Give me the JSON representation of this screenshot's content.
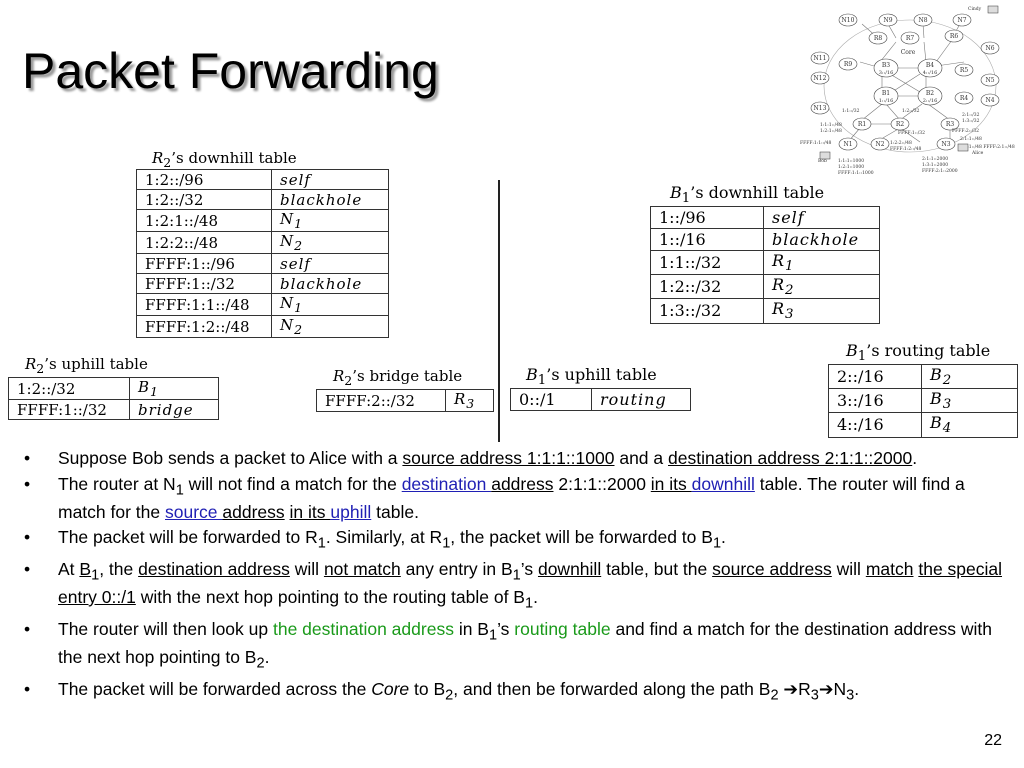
{
  "title": "Packet Forwarding",
  "page_number": "22",
  "r2_downhill": {
    "caption_sym": "R",
    "caption_sub": "2",
    "caption_rest": "’s downhill table",
    "rows": [
      [
        "1:2::/96",
        "self"
      ],
      [
        "1:2::/32",
        "blackhole"
      ],
      [
        "1:2:1::/48",
        "N",
        "1"
      ],
      [
        "1:2:2::/48",
        "N",
        "2"
      ],
      [
        "FFFF:1::/96",
        "self"
      ],
      [
        "FFFF:1::/32",
        "blackhole"
      ],
      [
        "FFFF:1:1::/48",
        "N",
        "1"
      ],
      [
        "FFFF:1:2::/48",
        "N",
        "2"
      ]
    ]
  },
  "r2_uphill": {
    "caption_sym": "R",
    "caption_sub": "2",
    "caption_rest": "’s uphill table",
    "rows": [
      [
        "1:2::/32",
        "B",
        "1"
      ],
      [
        "FFFF:1::/32",
        "bridge"
      ]
    ]
  },
  "r2_bridge": {
    "caption_sym": "R",
    "caption_sub": "2",
    "caption_rest": "’s bridge table",
    "rows": [
      [
        "FFFF:2::/32",
        "R",
        "3"
      ]
    ]
  },
  "b1_downhill": {
    "caption_sym": "B",
    "caption_sub": "1",
    "caption_rest": "’s downhill table",
    "rows": [
      [
        "1::/96",
        "self"
      ],
      [
        "1::/16",
        "blackhole"
      ],
      [
        "1:1::/32",
        "R",
        "1"
      ],
      [
        "1:2::/32",
        "R",
        "2"
      ],
      [
        "1:3::/32",
        "R",
        "3"
      ]
    ]
  },
  "b1_uphill": {
    "caption_sym": "B",
    "caption_sub": "1",
    "caption_rest": "’s uphill table",
    "rows": [
      [
        "0::/1",
        "routing"
      ]
    ]
  },
  "b1_routing": {
    "caption_sym": "B",
    "caption_sub": "1",
    "caption_rest": "’s routing table",
    "rows": [
      [
        "2::/16",
        "B",
        "2"
      ],
      [
        "3::/16",
        "B",
        "3"
      ],
      [
        "4::/16",
        "B",
        "4"
      ]
    ]
  },
  "bullets": {
    "b1": {
      "t1": "Suppose Bob sends a packet to Alice with a ",
      "u1": "source address 1:1:1::1000",
      "t2": " and a ",
      "u2": "destination address 2:1:1::2000",
      "t3": "."
    },
    "b2": {
      "t1": "The router at N",
      "s1": "1",
      "t2": " will not find a match for the ",
      "l1": "destination ",
      "u1": "address",
      "t3": " 2:1:1::2000 ",
      "u2": "in its ",
      "l2": "downhill",
      "t4": " table. The router will find a match for the ",
      "l3": "source ",
      "u3": "address",
      "t5": " ",
      "u4": "in its ",
      "l4": "uphill",
      "t6": " table."
    },
    "b3": {
      "t1": "The packet will be forwarded to R",
      "s1": "1",
      "t2": ".  Similarly, at R",
      "s2": "1",
      "t3": ", the packet will be forwarded to B",
      "s3": "1",
      "t4": "."
    },
    "b4": {
      "t1": "At ",
      "u1": "B",
      "s1": "1",
      "t2": ", the ",
      "u2": "destination address",
      "t3": " will ",
      "u3": "not match",
      "t4": " any entry in B",
      "s2": "1",
      "t5": "’s ",
      "u4": "downhill",
      "t6": " table, but the ",
      "u5": "source address",
      "t7": " will ",
      "u6": "match",
      "t8": " ",
      "u7": "the special",
      "t9": " ",
      "u8": "entry 0::/1",
      "t10": " with the next hop pointing to the routing table of B",
      "s3": "1",
      "t11": "."
    },
    "b5": {
      "t1": "The router will then look up ",
      "g1": "the destination address",
      "t2": " in B",
      "s1": "1",
      "t3": "’s ",
      "g2": "routing table",
      "t4": " and find a match for the destination address with the next hop pointing to B",
      "s2": "2",
      "t5": "."
    },
    "b6": {
      "t1": "The packet will be forwarded across the ",
      "i1": "Core",
      "t2": " to B",
      "s1": "2",
      "t3": ", and then be forwarded along the path B",
      "s2": "2",
      "a1": " ➔",
      "t4": "R",
      "s3": "3",
      "a2": "➔",
      "t5": "N",
      "s4": "3",
      "t6": "."
    }
  },
  "topology": {
    "top_nodes": [
      "N10",
      "N9",
      "N8",
      "N7"
    ],
    "ring_r": [
      "R8",
      "R7",
      "R6",
      "R9",
      "R5",
      "R4"
    ],
    "side_n": [
      "N11",
      "N12",
      "N13",
      "N6",
      "N5",
      "N4"
    ],
    "core_label": "Core",
    "b_nodes": [
      {
        "name": "B3",
        "prefix": "3::/16"
      },
      {
        "name": "B4",
        "prefix": "4::/16"
      },
      {
        "name": "B1",
        "prefix": "1::/16"
      },
      {
        "name": "B2",
        "prefix": "2::/16"
      }
    ],
    "low_r": [
      "R1",
      "R2",
      "R3"
    ],
    "low_n": [
      "N1",
      "N2",
      "N3"
    ],
    "hosts": [
      "Cindy",
      "Bob",
      "Alice"
    ],
    "labels": {
      "r1_pfx": "1:1::/32",
      "r2_pfx": "1:2::/32",
      "r3_pfx": "2:1::/32",
      "r3_pfx2": "1:3::/32",
      "r2_ffff": "FFFF:1::/32",
      "r3_ffff": "FFFF:2::/32",
      "n1_a": "1:1:1::/48",
      "n1_b": "1:2:1::/48",
      "n1_c": "FFFF:1:1::/48",
      "n2_a": "1:2:2::/48",
      "n2_b": "FFFF:1:2::/48",
      "n3_a": "2:1:1::/48",
      "n3_b": "1:3:1::/48 FFFF:2:1::/48",
      "bob_a": "1:1:1::1000",
      "bob_b": "1:2:1::1000",
      "bob_c": "FFFF:1:1::1000",
      "alice_a": "2:1:1::2000",
      "alice_b": "1:3:1::2000",
      "alice_c": "FFFF:2:1::2000"
    }
  }
}
